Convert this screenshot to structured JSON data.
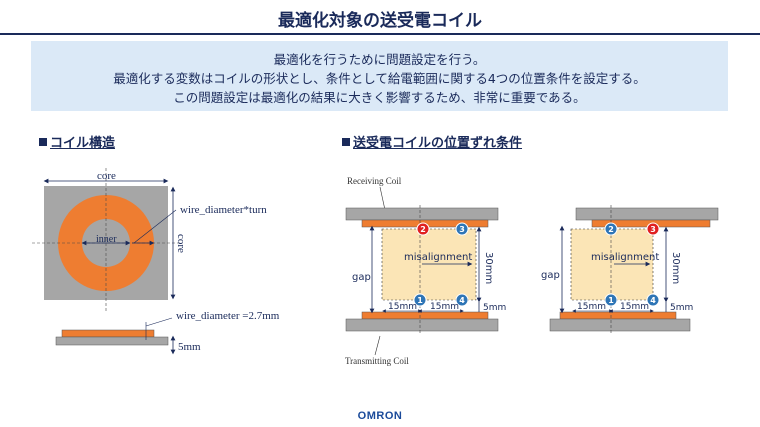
{
  "header": {
    "title": "最適化対象の送受電コイル"
  },
  "intro": {
    "lines": [
      "最適化を行うために問題設定を行う。",
      "最適化する変数はコイルの形状とし、条件として給電範囲に関する4つの位置条件を設定する。",
      "この問題設定は最適化の結果に大きく影響するため、非常に重要である。"
    ]
  },
  "coil_structure": {
    "heading": "コイル構造",
    "labels": {
      "core_top": "core",
      "core_side": "core",
      "inner": "inner",
      "wire_turn": "wire_diameter*turn",
      "wire_diameter": "wire_diameter =2.7mm",
      "thickness": "5mm"
    }
  },
  "misalignment": {
    "heading": "送受電コイルの位置ずれ条件",
    "receiving": "Receiving Coil",
    "transmitting": "Transmitting Coil",
    "left": {
      "gap": "gap",
      "label": "misalignment",
      "height": "30mm",
      "w1": "15mm",
      "w2": "15mm",
      "thick": "5mm",
      "markers": [
        "2",
        "3",
        "1",
        "4"
      ]
    },
    "right": {
      "gap": "gap",
      "label": "misalignment",
      "height": "30mm",
      "w1": "15mm",
      "w2": "15mm",
      "thick": "5mm",
      "markers": [
        "2",
        "3",
        "1",
        "4"
      ]
    }
  },
  "footer": {
    "logo": "OMRON"
  },
  "colors": {
    "navy": "#1a2a5a",
    "orange": "#ee7d31",
    "gray": "#a6a6a6",
    "marker_red": "#e02020",
    "marker_blue": "#2e75b6",
    "zone": "#fbe5b6"
  }
}
